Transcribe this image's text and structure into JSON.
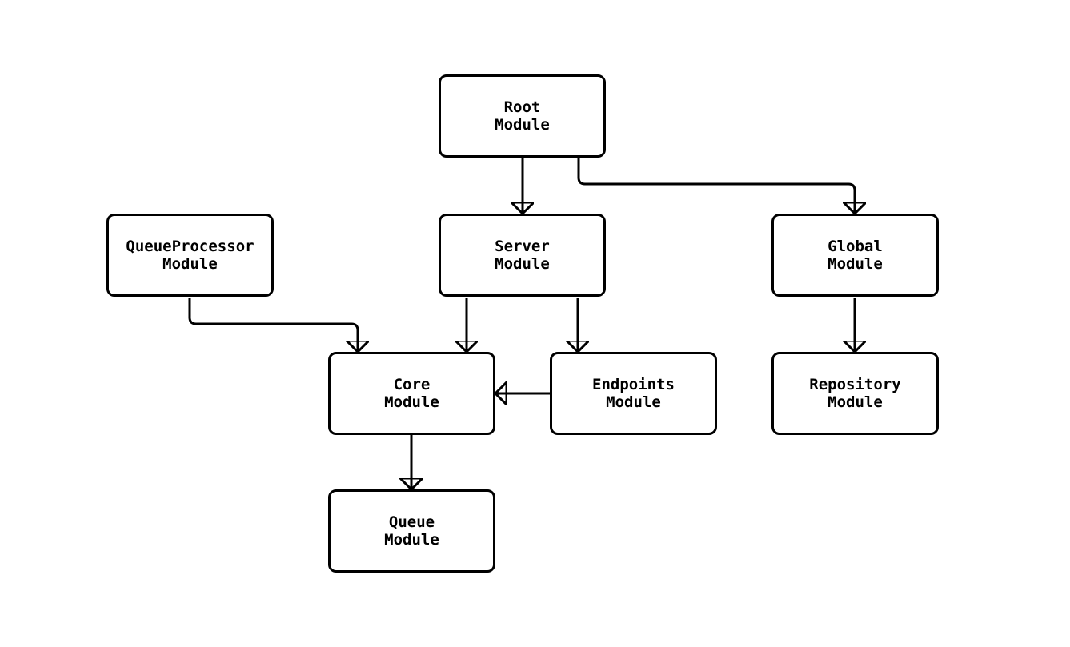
{
  "diagram": {
    "type": "module-dependency-flowchart",
    "background_color": "#ffffff",
    "stroke_color": "#000000",
    "node_fill_color": "#ffffff",
    "nodes": [
      {
        "id": "root",
        "label": "Root\nModule"
      },
      {
        "id": "queueprocessor",
        "label": "QueueProcessor\nModule"
      },
      {
        "id": "server",
        "label": "Server\nModule"
      },
      {
        "id": "global",
        "label": "Global\nModule"
      },
      {
        "id": "core",
        "label": "Core\nModule"
      },
      {
        "id": "endpoints",
        "label": "Endpoints\nModule"
      },
      {
        "id": "repository",
        "label": "Repository\nModule"
      },
      {
        "id": "queue",
        "label": "Queue\nModule"
      }
    ],
    "edges": [
      {
        "from": "root",
        "to": "server"
      },
      {
        "from": "root",
        "to": "global"
      },
      {
        "from": "queueprocessor",
        "to": "core"
      },
      {
        "from": "server",
        "to": "core"
      },
      {
        "from": "server",
        "to": "endpoints"
      },
      {
        "from": "endpoints",
        "to": "core"
      },
      {
        "from": "global",
        "to": "repository"
      },
      {
        "from": "core",
        "to": "queue"
      }
    ]
  }
}
